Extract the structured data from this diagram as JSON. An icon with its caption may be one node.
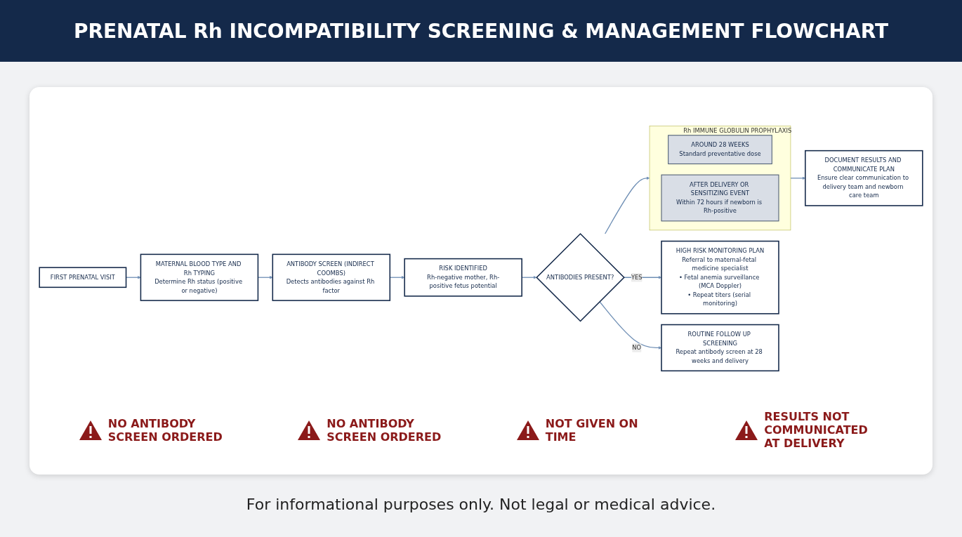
{
  "diagram": {
    "title": "PRENATAL Rh INCOMPATIBILITY SCREENING & MANAGEMENT FLOWCHART",
    "caption": "For informational purposes only. Not legal or medical advice.",
    "nodes": [
      {
        "text": [
          "FIRST PRENATAL VISIT"
        ]
      },
      {
        "text": [
          "MATERNAL BLOOD TYPE AND Rh TYPING",
          "Determine Rh status (positive or negative)"
        ]
      },
      {
        "text": [
          "ANTIBODY SCREEN (INDIRECT COOMBS)",
          "Detects antibodies against Rh factor"
        ]
      },
      {
        "text": [
          "RISK IDENTIFIED",
          "Rh-negative mother, Rh-positive fetus potential"
        ]
      },
      {
        "text": [
          "ANTIBODIES PRESENT?"
        ]
      },
      {
        "text": [
          "HIGH RISK MONITORING PLAN",
          "Referral to maternal-fetal medicine specialist",
          "• Fetal anemia surveillance (MCA Doppler)",
          "• Repeat titers (serial monitoring)"
        ]
      },
      {
        "text": [
          "ROUTINE FOLLOW UP SCREENING",
          "Repeat antibody screen at 28 weeks and delivery"
        ]
      },
      {
        "text": [
          "Rh IMMUNE GLOBULIN PROPHYLAXIS"
        ]
      },
      {
        "text": [
          "AROUND 28 WEEKS",
          "Standard preventative dose"
        ],
        "in": 7
      },
      {
        "text": [
          "AFTER DELIVERY OR SENSITIZING EVENT",
          "Within 72 hours if newborn is Rh-positive"
        ],
        "in": 7
      },
      {
        "text": [
          "DOCUMENT RESULTS AND COMMUNICATE PLAN",
          "Ensure clear communication to delivery team and newborn care team"
        ]
      }
    ],
    "edges": [
      {
        "from": 0,
        "to": 1,
        "arrow": "to"
      },
      {
        "from": 1,
        "to": 2,
        "arrow": "to"
      },
      {
        "from": 2,
        "to": 3,
        "arrow": "to"
      },
      {
        "from": 3,
        "to": 4,
        "arrow": "to"
      },
      {
        "from": 4,
        "to": 5,
        "arrow": "to",
        "label": "YES"
      },
      {
        "from": 4,
        "to": 6,
        "arrow": "to",
        "label": "NO"
      },
      {
        "from": 4,
        "to": 7,
        "arrow": "to"
      },
      {
        "from": 7,
        "to": 10,
        "arrow": "to"
      }
    ],
    "labels": [
      "NO ANTIBODY SCREEN ORDERED",
      "NO ANTIBODY SCREEN ORDERED",
      "NOT GIVEN ON TIME",
      "RESULTS NOT COMMUNICATED AT DELIVERY"
    ]
  }
}
